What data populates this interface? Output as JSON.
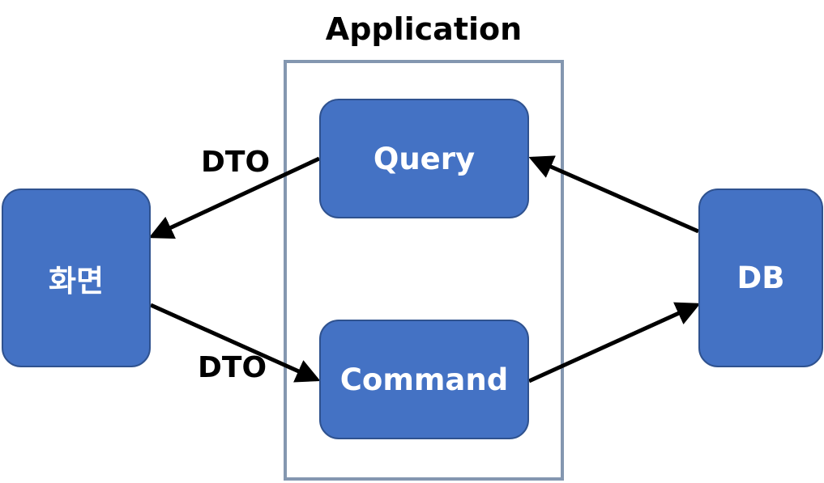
{
  "diagram": {
    "boundary_title": "Application",
    "nodes": {
      "screen": "화면",
      "query": "Query",
      "command": "Command",
      "db": "DB"
    },
    "edge_labels": {
      "query_to_screen": "DTO",
      "screen_to_command": "DTO"
    },
    "edges": [
      {
        "from": "query",
        "to": "screen",
        "label": "DTO"
      },
      {
        "from": "screen",
        "to": "command",
        "label": "DTO"
      },
      {
        "from": "db",
        "to": "query"
      },
      {
        "from": "command",
        "to": "db"
      }
    ]
  },
  "colors": {
    "node_fill": "#4472c4",
    "node_border": "#2f528f",
    "boundary": "#8497b0",
    "arrow": "#000000",
    "text_on_node": "#ffffff"
  }
}
